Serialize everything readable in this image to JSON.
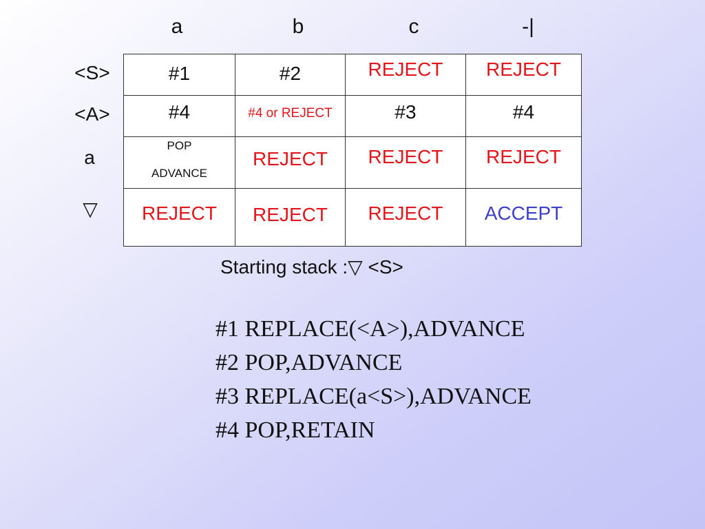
{
  "columns": [
    "a",
    "b",
    "c",
    "-|"
  ],
  "rows": [
    "<S>",
    "<A>",
    "a",
    "▽"
  ],
  "cells": [
    [
      "#1",
      "#2",
      "REJECT",
      "REJECT"
    ],
    [
      "#4",
      "#4 or REJECT",
      "#3",
      "#4"
    ],
    [
      [
        "POP",
        "ADVANCE"
      ],
      "REJECT",
      "REJECT",
      "REJECT"
    ],
    [
      "REJECT",
      "REJECT",
      "REJECT",
      "ACCEPT"
    ]
  ],
  "cell_colors": {
    "reject": "#e4161b",
    "accept": "#3b3fcc",
    "action": "#111111"
  },
  "starting_stack": "Starting stack :▽ <S>",
  "actions": [
    "#1 REPLACE(<A>),ADVANCE",
    "#2 POP,ADVANCE",
    "#3 REPLACE(a<S>),ADVANCE",
    "#4 POP,RETAIN"
  ]
}
